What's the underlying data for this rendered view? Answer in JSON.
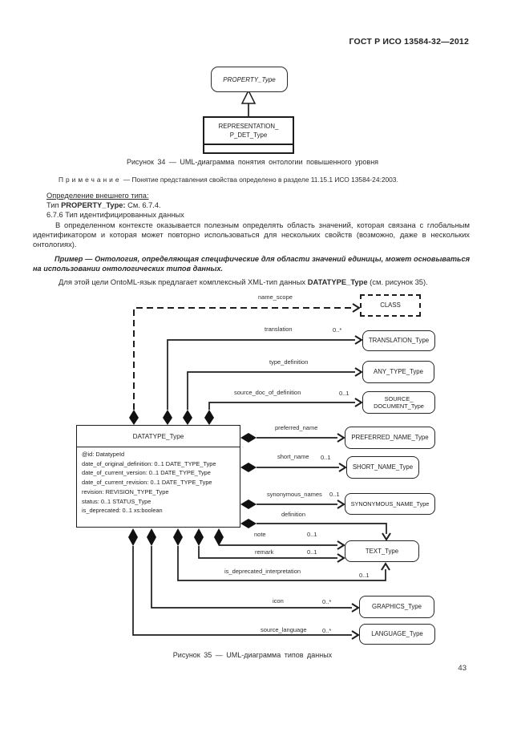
{
  "page": {
    "doc_number": "ГОСТ Р ИСО 13584-32—2012",
    "page_number": "43"
  },
  "figure34": {
    "property_type_label": "PROPERTY_Type",
    "representation_label": "REPRESENTATION_\nP_DET_Type",
    "caption": "Рисунок 34 — UML-диаграмма понятия онтологии повышенного уровня"
  },
  "body_text": {
    "note_label": "Примечание",
    "note_rest": " — Понятие представления свойства определено в разделе 11.15.1 ИСО 13584-24:2003.",
    "definition_heading": "Определение внешнего типа:",
    "type_prefix": "Тип ",
    "type_bold": "PROPERTY_Type:",
    "type_rest": " См. 6.7.4.",
    "subclause_heading": "6.7.6 Тип идентифицированных данных",
    "paragraph1": "В определенном контексте оказывается полезным определять область значений, которая связана с глобальным идентификатором и которая может повторно использоваться для нескольких свойств (возможно, даже в нескольких онтологиях).",
    "example": "Пример — Онтология, определяющая специфические для области значений единицы, может основываться на использовании онтологических типов данных.",
    "paragraph2_prefix": "Для этой цели OntoML-язык предлагает комплексный XML-тип данных ",
    "paragraph2_bold": "DATATYPE_Type",
    "paragraph2_rest": " (см. рисунок 35)."
  },
  "figure35": {
    "caption": "Рисунок 35 — UML-диаграмма типов данных",
    "datatype_class": {
      "title": "DATATYPE_Type",
      "attributes": [
        "@id: DatatypeId",
        "date_of_original_definition: 0..1 DATE_TYPE_Type",
        "date_of_current_version: 0..1  DATE_TYPE_Type",
        "date_of_current_revision: 0..1 DATE_TYPE_Type",
        "revision: REVISION_TYPE_Type",
        "status: 0..1 STATUS_Type",
        "is_deprecated: 0..1 xs:boolean"
      ]
    },
    "target_classes": {
      "class": "CLASS",
      "translation": "TRANSLATION_Type",
      "any_type": "ANY_TYPE_Type",
      "source_document": "SOURCE_\nDOCUMENT_Type",
      "preferred_name": "PREFERRED_NAME_Type",
      "short_name": "SHORT_NAME_Type",
      "synonymous_name": "SYNONYMOUS_NAME_Type",
      "text": "TEXT_Type",
      "graphics": "GRAPHICS_Type",
      "language": "LANGUAGE_Type"
    },
    "associations": {
      "name_scope": {
        "label": "name_scope"
      },
      "translation": {
        "label": "translation",
        "mult": "0..*"
      },
      "type_definition": {
        "label": "type_definition"
      },
      "source_doc_of_definition": {
        "label": "source_doc_of_definition",
        "mult": "0..1"
      },
      "preferred_name": {
        "label": "preferred_name"
      },
      "short_name": {
        "label": "short_name",
        "mult": "0..1"
      },
      "synonymous_names": {
        "label": "synonymous_names",
        "mult": "0..1"
      },
      "definition": {
        "label": "definition"
      },
      "note": {
        "label": "note",
        "mult": "0..1"
      },
      "remark": {
        "label": "remark",
        "mult": "0..1"
      },
      "is_deprecated_interpretation": {
        "label": "is_deprecated_interpretation",
        "mult": "0..1"
      },
      "icon": {
        "label": "icon",
        "mult": "0..*"
      },
      "source_language": {
        "label": "source_language",
        "mult": "0..*"
      }
    }
  }
}
